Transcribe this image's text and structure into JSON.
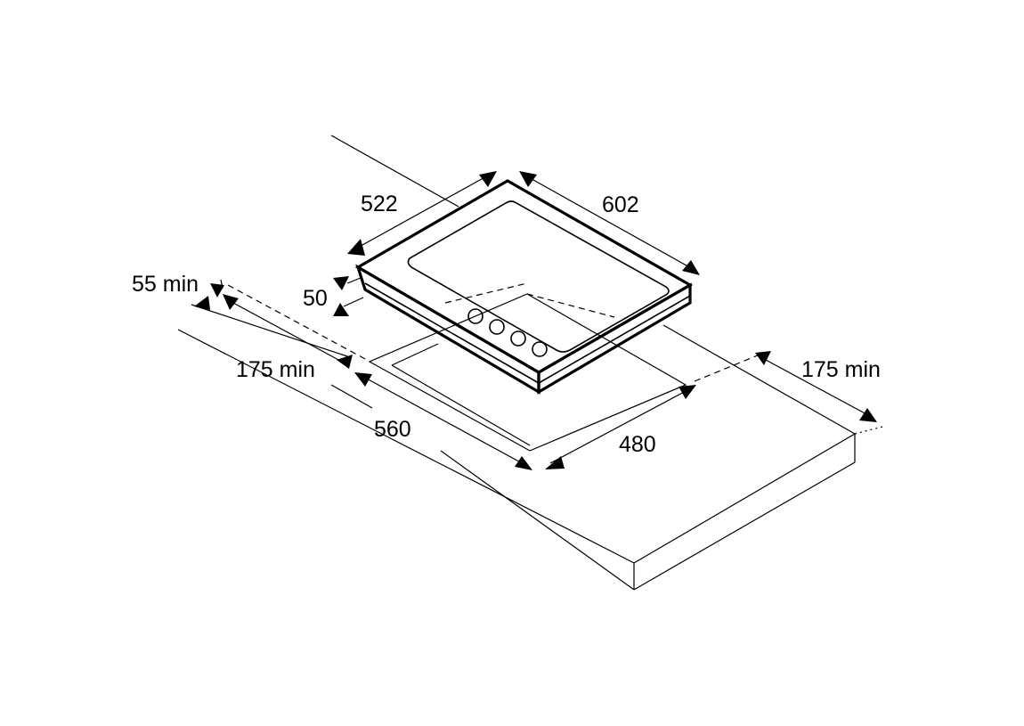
{
  "labels": {
    "depth_522": "522",
    "width_602": "602",
    "height_50": "50",
    "rear_clearance": "55 min",
    "left_clearance": "175 min",
    "right_clearance": "175 min",
    "cutout_560": "560",
    "cutout_480": "480"
  },
  "colors": {
    "line": "#000000",
    "background": "#ffffff"
  }
}
